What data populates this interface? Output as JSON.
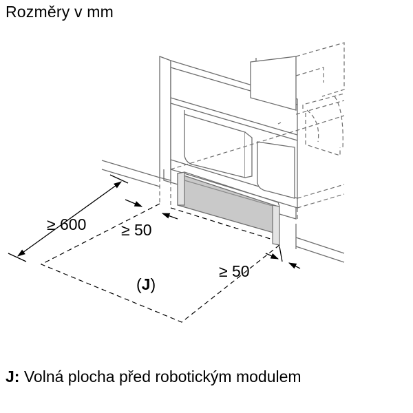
{
  "title": "Rozměry v mm",
  "dimensions": {
    "depth": "≥ 600",
    "side_left": "≥ 50",
    "side_right": "≥ 50"
  },
  "zone": {
    "label_open": "(",
    "label_key": "J",
    "label_close": ")"
  },
  "legend": {
    "key": "J:",
    "text": "Volná plocha před robotickým modulem"
  },
  "colors": {
    "line": "#000000",
    "panel_fill": "#c9c9c9",
    "grey_line": "#6e6e6e"
  }
}
